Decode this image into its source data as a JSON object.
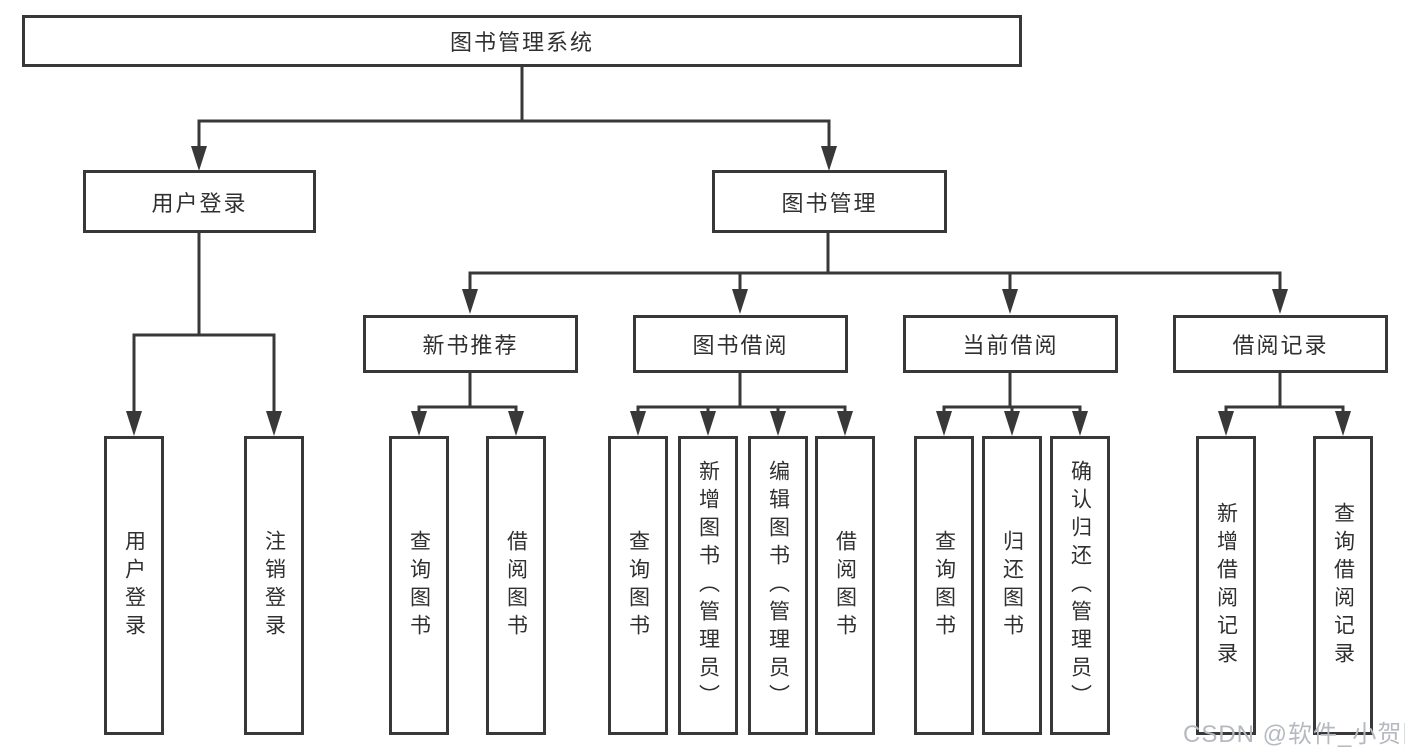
{
  "diagram_title": "图书管理系统",
  "tree": {
    "root": {
      "label": "图书管理系统"
    },
    "level2": [
      {
        "label": "用户登录"
      },
      {
        "label": "图书管理"
      }
    ],
    "level3": [
      {
        "label": "新书推荐"
      },
      {
        "label": "图书借阅"
      },
      {
        "label": "当前借阅"
      },
      {
        "label": "借阅记录"
      }
    ],
    "leaves": {
      "user": [
        "用户登录",
        "注销登录"
      ],
      "recommend": [
        "查询图书",
        "借阅图书"
      ],
      "borrow": [
        "查询图书",
        "新增图书（管理员）",
        "编辑图书（管理员）",
        "借阅图书"
      ],
      "current": [
        "查询图书",
        "归还图书",
        "确认归还（管理员）"
      ],
      "record": [
        "新增借阅记录",
        "查询借阅记录"
      ]
    }
  },
  "watermark": "CSDN @软件_小贺同学",
  "colors": {
    "line": "#383838",
    "box_border": "#383838",
    "box_fill": "#ffffff",
    "text": "#303030",
    "watermark": "#b6bac0",
    "background": "#ffffff"
  }
}
